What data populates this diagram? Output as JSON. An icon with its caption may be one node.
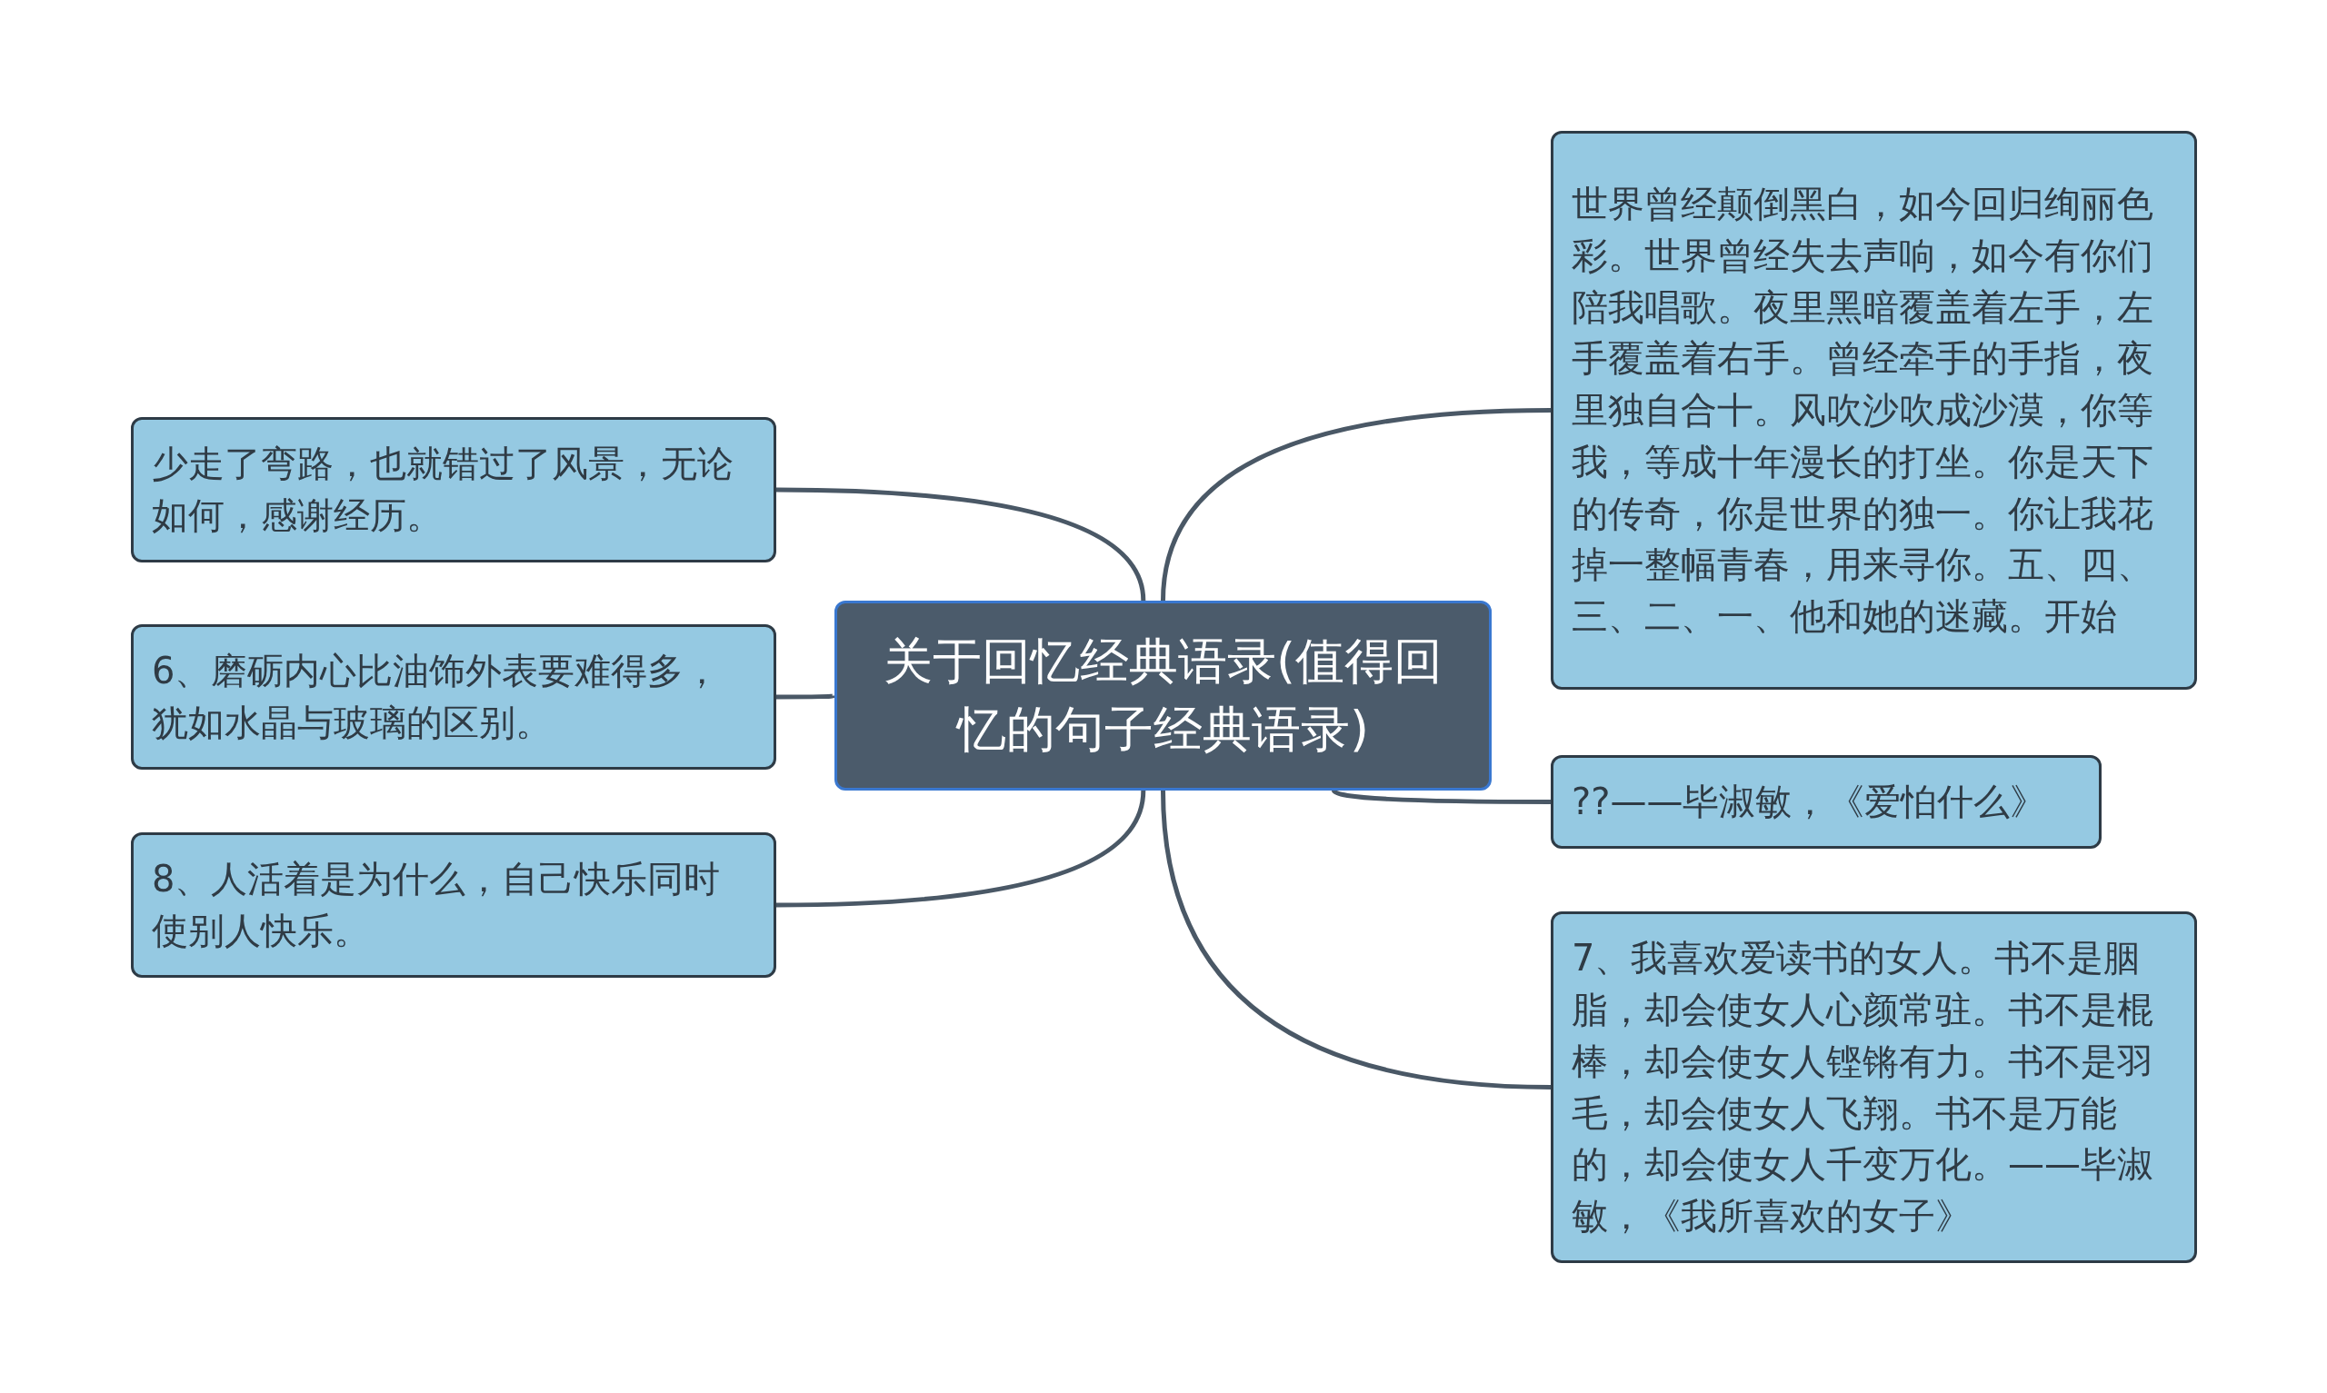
{
  "diagram": {
    "nodes": [
      {
        "text": [
          "关于回忆经典语录(值得回忆的句子经典语录)"
        ]
      },
      {
        "text": [
          "少走了弯路，也就错过了风景，无论如何，感谢经历。"
        ]
      },
      {
        "text": [
          "6、磨砺内心比油饰外表要难得多，犹如水晶与玻璃的区别。"
        ]
      },
      {
        "text": [
          "8、人活着是为什么，自己快乐同时使别人快乐。"
        ]
      },
      {
        "text": [
          "世界曾经颠倒黑白，如今回归绚丽色彩。世界曾经失去声响，如今有你们陪我唱歌。夜里黑暗覆盖着左手，左手覆盖着右手。曾经牵手的手指，夜里独自合十。风吹沙吹成沙漠，你等我，等成十年漫长的打坐。你是天下的传奇，你是世界的独一。你让我花掉一整幅青春，用来寻你。五、四、三、二、一、他和她的迷藏。开始"
        ]
      },
      {
        "text": [
          "??——毕淑敏，《爱怕什么》"
        ]
      },
      {
        "text": [
          "7、我喜欢爱读书的女人。书不是胭脂，却会使女人心颜常驻。书不是棍棒，却会使女人铿锵有力。书不是羽毛，却会使女人飞翔。书不是万能的，却会使女人千变万化。——毕淑敏，《我所喜欢的女子》"
        ]
      }
    ],
    "edges": [
      {
        "from": 0,
        "to": 1,
        "arrow": "none"
      },
      {
        "from": 0,
        "to": 2,
        "arrow": "none"
      },
      {
        "from": 0,
        "to": 3,
        "arrow": "none"
      },
      {
        "from": 0,
        "to": 4,
        "arrow": "none"
      },
      {
        "from": 0,
        "to": 5,
        "arrow": "none"
      },
      {
        "from": 0,
        "to": 6,
        "arrow": "none"
      }
    ]
  }
}
